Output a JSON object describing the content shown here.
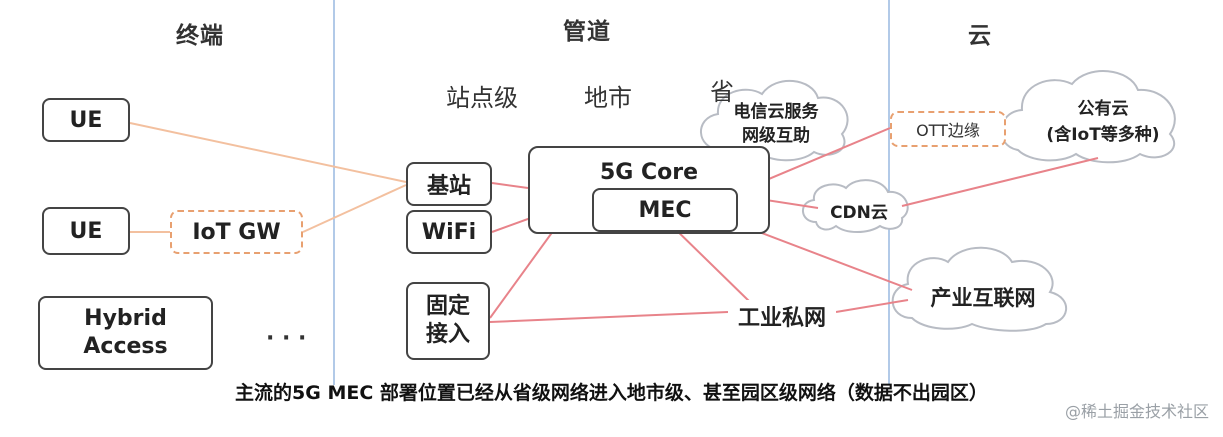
{
  "headers": {
    "terminal": "终端",
    "pipeline": "管道",
    "cloud": "云"
  },
  "levels": {
    "site": "站点级",
    "city": "地市",
    "province": "省"
  },
  "terminal": {
    "ue1": "UE",
    "ue2": "UE",
    "iot_gw": "IoT GW",
    "hybrid_line1": "Hybrid",
    "hybrid_line2": "Access",
    "ellipsis": "· · ·"
  },
  "pipe": {
    "base_station": "基站",
    "wifi": "WiFi",
    "fixed_line1": "固定",
    "fixed_line2": "接入",
    "core_5g": "5G Core",
    "mec": "MEC",
    "industrial_private_net": "工业私网",
    "telecom_cloud_line1": "电信云服务",
    "telecom_cloud_line2": "网级互助"
  },
  "cloud": {
    "ott_edge": "OTT边缘",
    "public_cloud_line1": "公有云",
    "public_cloud_line2": "(含IoT等多种)",
    "cdn_cloud": "CDN云",
    "industrial_internet": "产业互联网"
  },
  "caption": "主流的5G MEC 部署位置已经从省级网络进入地市级、甚至园区级网络（数据不出园区）",
  "watermark": "@稀土掘金技术社区",
  "colors": {
    "link_orange": "#f3c09f",
    "link_red": "#e8838a",
    "divider_blue": "#7ea6d8",
    "cloud_stroke": "#b8bcc4",
    "dashed_orange": "#e8a070"
  }
}
